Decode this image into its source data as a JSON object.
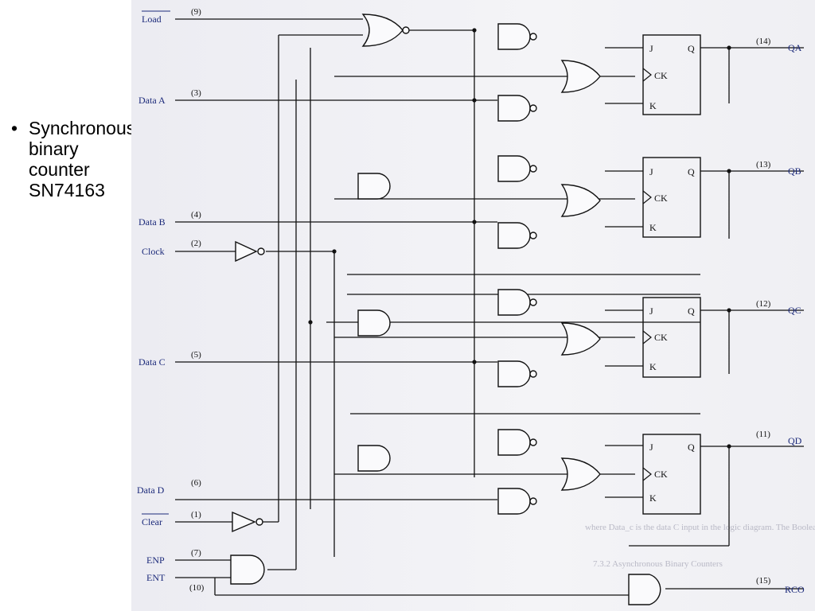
{
  "bullet": {
    "marker": "•",
    "text": "Synchronous binary counter SN74163"
  },
  "inputs": [
    {
      "name": "Load",
      "pin": "(9)"
    },
    {
      "name": "Data A",
      "pin": "(3)"
    },
    {
      "name": "Data B",
      "pin": "(4)"
    },
    {
      "name": "Clock",
      "pin": "(2)"
    },
    {
      "name": "Data C",
      "pin": "(5)"
    },
    {
      "name": "Data D",
      "pin": "(6)"
    },
    {
      "name": "Clear",
      "pin": "(1)"
    },
    {
      "name": "ENP",
      "pin": "(7)"
    },
    {
      "name": "ENT",
      "pin": "(10)"
    }
  ],
  "outputs": [
    {
      "name": "QA",
      "pin": "(14)"
    },
    {
      "name": "QB",
      "pin": "(13)"
    },
    {
      "name": "QC",
      "pin": "(12)"
    },
    {
      "name": "QD",
      "pin": "(11)"
    },
    {
      "name": "RCO",
      "pin": "(15)"
    }
  ],
  "flipflop": {
    "j": "J",
    "q": "Q",
    "ck": "CK",
    "k": "K"
  },
  "bleed_through": [
    "7.3.2 Asynchronous Binary Counters",
    "where Data_c is the data C input in the logic diagram. The Boolean algebra"
  ]
}
